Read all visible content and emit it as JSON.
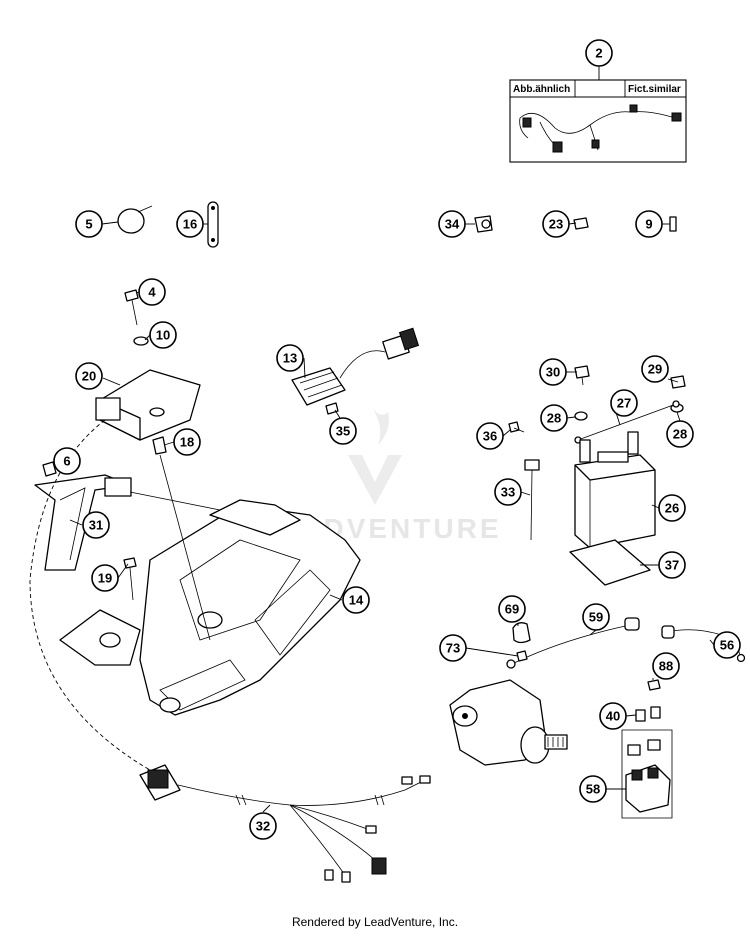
{
  "watermark": "LEADVENTURE",
  "inset": {
    "label_left": "Abb.ähnlich",
    "label_right": "Fict.similar"
  },
  "callouts": [
    "2",
    "5",
    "16",
    "34",
    "23",
    "9",
    "4",
    "10",
    "20",
    "13",
    "35",
    "18",
    "6",
    "31",
    "19",
    "14",
    "30",
    "29",
    "28",
    "27",
    "36",
    "33",
    "26",
    "37",
    "69",
    "59",
    "73",
    "56",
    "88",
    "40",
    "58",
    "32"
  ],
  "footer": "Rendered by LeadVenture, Inc."
}
